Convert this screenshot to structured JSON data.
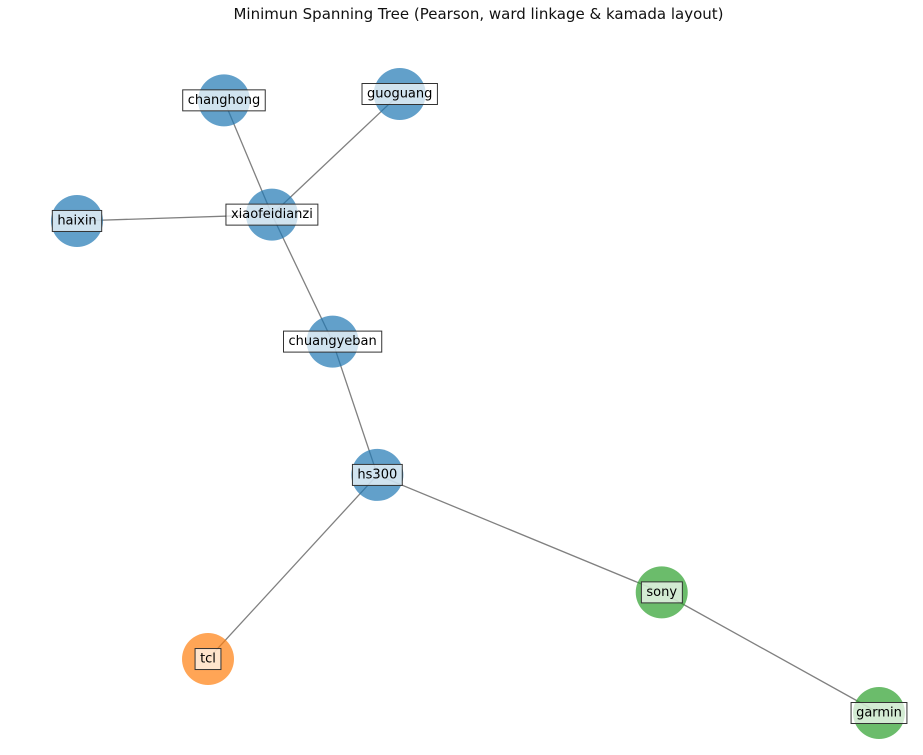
{
  "title": "Minimun Spanning Tree (Pearson, ward linkage & kamada layout)",
  "chart_data": {
    "type": "network",
    "title": "Minimun Spanning Tree (Pearson, ward linkage & kamada layout)",
    "layout": "kamada_kawai",
    "clusters": {
      "1": {
        "color": "#1f77b4"
      },
      "2": {
        "color": "#ff7f0e"
      },
      "3": {
        "color": "#2ca02c"
      }
    },
    "nodes": [
      {
        "id": "changhong",
        "cluster": "1",
        "pos": [
          -0.42,
          0.93
        ]
      },
      {
        "id": "guoguang",
        "cluster": "1",
        "pos": [
          0.13,
          0.95
        ]
      },
      {
        "id": "haixin",
        "cluster": "1",
        "pos": [
          -0.88,
          0.55
        ]
      },
      {
        "id": "xiaofeidianzi",
        "cluster": "1",
        "pos": [
          -0.27,
          0.57
        ]
      },
      {
        "id": "chuangyeban",
        "cluster": "1",
        "pos": [
          -0.08,
          0.17
        ]
      },
      {
        "id": "hs300",
        "cluster": "1",
        "pos": [
          0.06,
          -0.25
        ]
      },
      {
        "id": "tcl",
        "cluster": "2",
        "pos": [
          -0.47,
          -0.83
        ]
      },
      {
        "id": "sony",
        "cluster": "3",
        "pos": [
          0.95,
          -0.62
        ]
      },
      {
        "id": "garmin",
        "cluster": "3",
        "pos": [
          1.63,
          -1.0
        ]
      }
    ],
    "edges": [
      [
        "changhong",
        "xiaofeidianzi"
      ],
      [
        "guoguang",
        "xiaofeidianzi"
      ],
      [
        "haixin",
        "xiaofeidianzi"
      ],
      [
        "xiaofeidianzi",
        "chuangyeban"
      ],
      [
        "chuangyeban",
        "hs300"
      ],
      [
        "hs300",
        "tcl"
      ],
      [
        "hs300",
        "sony"
      ],
      [
        "sony",
        "garmin"
      ]
    ],
    "edge_color": "#808080"
  }
}
